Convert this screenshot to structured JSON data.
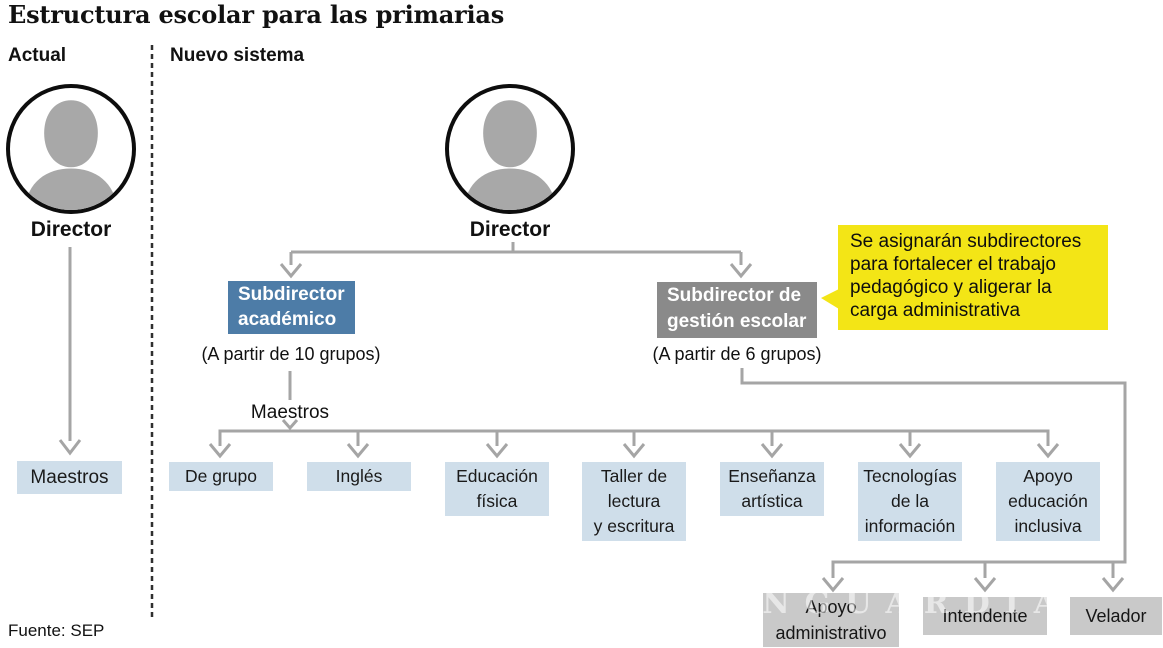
{
  "title": "Estructura escolar para las primarias",
  "source": "Fuente: SEP",
  "watermark": "VANGUARDIA MX",
  "colors": {
    "accent_blue": "#4d7ca7",
    "light_blue": "#cfdeea",
    "mid_gray": "#8a8a8a",
    "light_gray": "#c9c9c9",
    "line_gray": "#a5a5a5",
    "highlight_yellow": "#f3e516",
    "avatar_gray": "#a8a8a8"
  },
  "current": {
    "label": "Actual",
    "director": "Director",
    "subordinate": "Maestros"
  },
  "new_system": {
    "label": "Nuevo sistema",
    "director": "Director",
    "callout": "Se asignarán subdirectores para fortalecer el trabajo pedagógico y aligerar la carga administrativa",
    "academic": {
      "title": "Subdirector\nacadémico",
      "note": "(A partir de 10 grupos)",
      "group_label": "Maestros",
      "teachers": [
        "De grupo",
        "Inglés",
        "Educación\nfísica",
        "Taller de\nlectura\ny escritura",
        "Enseñanza\nartística",
        "Tecnologías\nde la\ninformación",
        "Apoyo\neducación\ninclusiva"
      ]
    },
    "management": {
      "title": "Subdirector de\ngestión escolar",
      "note": "(A partir de 6 grupos)",
      "staff": [
        "Apoyo\nadministrativo",
        "Intendente",
        "Velador"
      ]
    }
  }
}
